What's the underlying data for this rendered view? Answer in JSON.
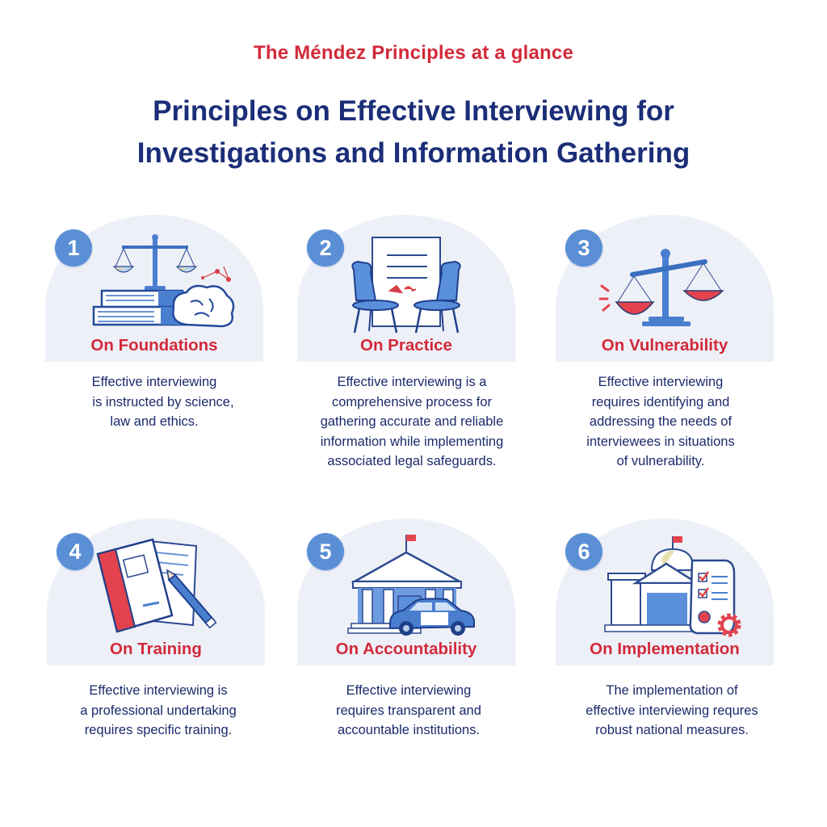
{
  "header": {
    "kicker": "The Méndez Principles at a glance",
    "title_line1": "Principles on Effective Interviewing for",
    "title_line2": "Investigations and Information Gathering"
  },
  "colors": {
    "accent_red": "#d22a3a",
    "navy": "#1b2e78",
    "badge_blue": "#5a8fd6",
    "panel_bg": "#eef0f8"
  },
  "principles": [
    {
      "number": "1",
      "title": "On Foundations",
      "icon": "scales-books-brain-icon",
      "description": [
        "Effective interviewing",
        "is instructed by science,",
        "law and ethics."
      ]
    },
    {
      "number": "2",
      "title": "On Practice",
      "icon": "chairs-document-icon",
      "description": [
        "Effective interviewing is a",
        "comprehensive process for",
        "gathering accurate and reliable",
        "information while implementing",
        "associated legal safeguards."
      ]
    },
    {
      "number": "3",
      "title": "On Vulnerability",
      "icon": "unbalanced-scales-icon",
      "description": [
        "Effective interviewing",
        "requires identifying and",
        "addressing the needs of",
        "interviewees in situations",
        "of vulnerability."
      ]
    },
    {
      "number": "4",
      "title": "On Training",
      "icon": "notebook-pencil-icon",
      "description": [
        "Effective interviewing is",
        "a professional undertaking",
        "requires specific training."
      ]
    },
    {
      "number": "5",
      "title": "On Accountability",
      "icon": "institution-car-icon",
      "description": [
        "Effective interviewing",
        "requires transparent and",
        "accountable institutions."
      ]
    },
    {
      "number": "6",
      "title": "On Implementation",
      "icon": "building-checklist-gear-icon",
      "description": [
        "The implementation of",
        "effective interviewing requres",
        "robust national measures."
      ]
    }
  ]
}
